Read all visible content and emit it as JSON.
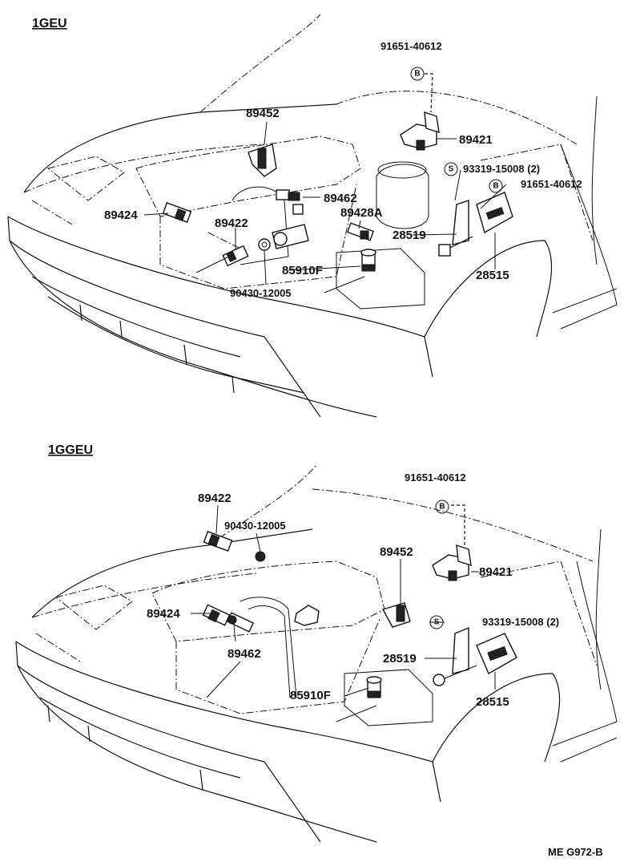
{
  "top": {
    "title": "1GEU",
    "labels": {
      "p91651": "91651-40612",
      "b_mark": "B",
      "p89452": "89452",
      "p89421": "89421",
      "s_mark": "S",
      "p93319": "93319-15008 (2)",
      "b_mark2": "B",
      "p91651b": "91651-40612",
      "p89462": "89462",
      "p89424": "89424",
      "p89422": "89422",
      "p89428A": "89428A",
      "p28519": "28519",
      "p85910F": "85910F",
      "p28515": "28515",
      "p90430": "90430-12005"
    }
  },
  "bottom": {
    "title": "1GGEU",
    "labels": {
      "p91651": "91651-40612",
      "b_mark": "B",
      "p89422": "89422",
      "p90430": "90430-12005",
      "p89452": "89452",
      "p89421": "89421",
      "p89424": "89424",
      "s_mark": "S",
      "p93319": "93319-15008 (2)",
      "p89462": "89462",
      "p28519": "28519",
      "p85910F": "85910F",
      "p28515": "28515"
    }
  },
  "footer": {
    "code": "ME  G972-B"
  }
}
